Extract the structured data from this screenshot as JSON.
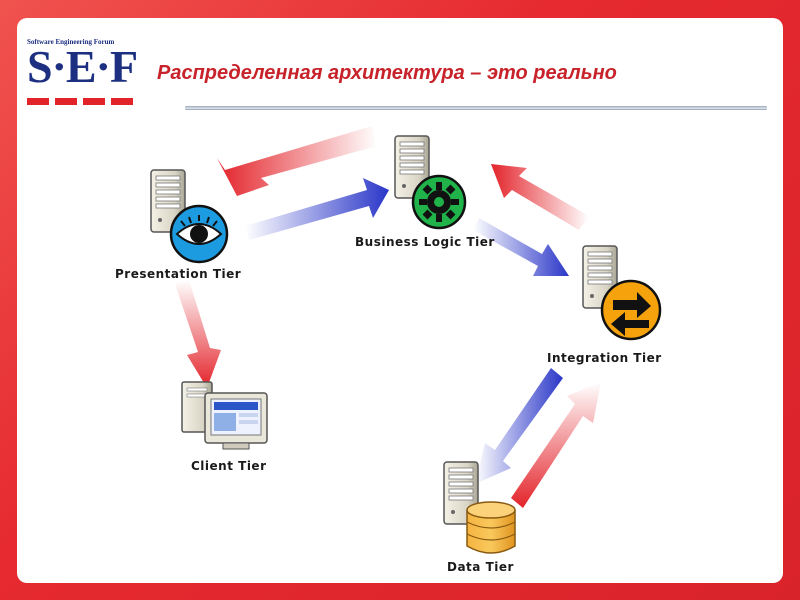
{
  "slide": {
    "title": "Распределенная архитектура – это реально",
    "logo": {
      "caption": "Software Engineering Forum",
      "text": "S·E·F"
    }
  },
  "diagram": {
    "nodes": [
      {
        "id": "presentation",
        "label": "Presentation Tier",
        "icon": "eye-icon"
      },
      {
        "id": "business",
        "label": "Business Logic Tier",
        "icon": "gear-icon"
      },
      {
        "id": "integration",
        "label": "Integration Tier",
        "icon": "swap-arrows-icon"
      },
      {
        "id": "client",
        "label": "Client Tier",
        "icon": "desktop-computer-icon"
      },
      {
        "id": "data",
        "label": "Data Tier",
        "icon": "database-icon"
      }
    ],
    "colors": {
      "request": "#e3232a",
      "response": "#2a36c8",
      "frame": "#e8262f"
    }
  }
}
